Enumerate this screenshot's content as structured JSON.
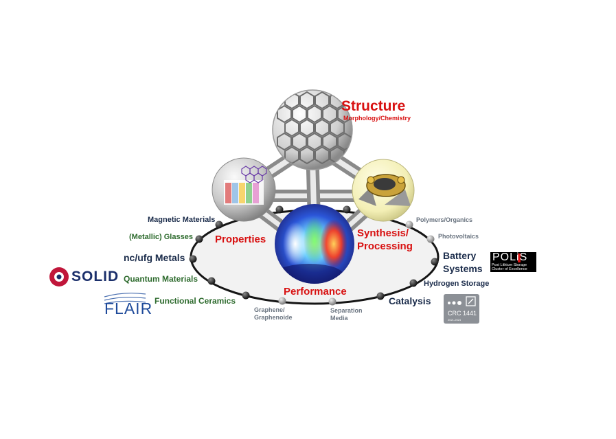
{
  "concepts": {
    "structure": {
      "title": "Structure",
      "subtitle": "Morphology/Chemistry"
    },
    "properties": "Properties",
    "synthesis_line1": "Synthesis/",
    "synthesis_line2": "Processing",
    "performance": "Performance"
  },
  "left_fields": {
    "magnetic": "Magnetic Materials",
    "glasses": "(Metallic) Glasses",
    "metals": "nc/ufg Metals",
    "quantum": "Quantum Materials",
    "ceramics": "Functional Ceramics"
  },
  "bottom_fields": {
    "graphene_line1": "Graphene/",
    "graphene_line2": "Graphenoide",
    "separation_line1": "Separation",
    "separation_line2": "Media",
    "catalysis": "Catalysis"
  },
  "right_fields": {
    "polymers": "Polymers/Organics",
    "photovoltaics": "Photovoltaics",
    "battery_line1": "Battery",
    "battery_line2": "Systems",
    "hydrogen": "Hydrogen Storage"
  },
  "logos": {
    "qsolid": "SOLID",
    "flair": "FLAIR",
    "polis_title": "POLiS",
    "polis_line1": "Post Lithium Storage",
    "polis_line2": "Cluster of Excellence",
    "crc_title": "CRC 1441",
    "crc_years": "2021-2024"
  },
  "colors": {
    "accent_red": "#d81010",
    "navy": "#1a2b4a",
    "green": "#2e6b2e",
    "gray": "#6a7480"
  }
}
